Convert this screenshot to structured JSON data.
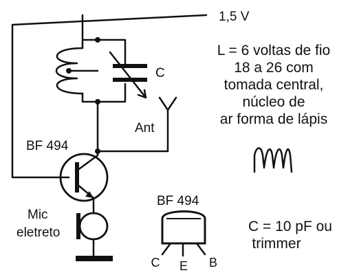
{
  "supply": {
    "voltage": "1,5 V"
  },
  "components": {
    "capacitor_label": "C",
    "antenna_label": "Ant",
    "transistor_label": "BF 494",
    "mic_label_line1": "Mic",
    "mic_label_line2": "eletreto"
  },
  "coil_note": {
    "lines": [
      "L = 6 voltas de fio",
      "18 a 26 com",
      "tomada central,",
      "núcleo de",
      "ar forma de lápis"
    ]
  },
  "package": {
    "title": "BF 494",
    "pins": [
      "C",
      "E",
      "B"
    ]
  },
  "cap_note": {
    "line1": "C = 10 pF ou",
    "line2": "trimmer"
  },
  "colors": {
    "ink": "#111111",
    "background": "#ffffff"
  }
}
